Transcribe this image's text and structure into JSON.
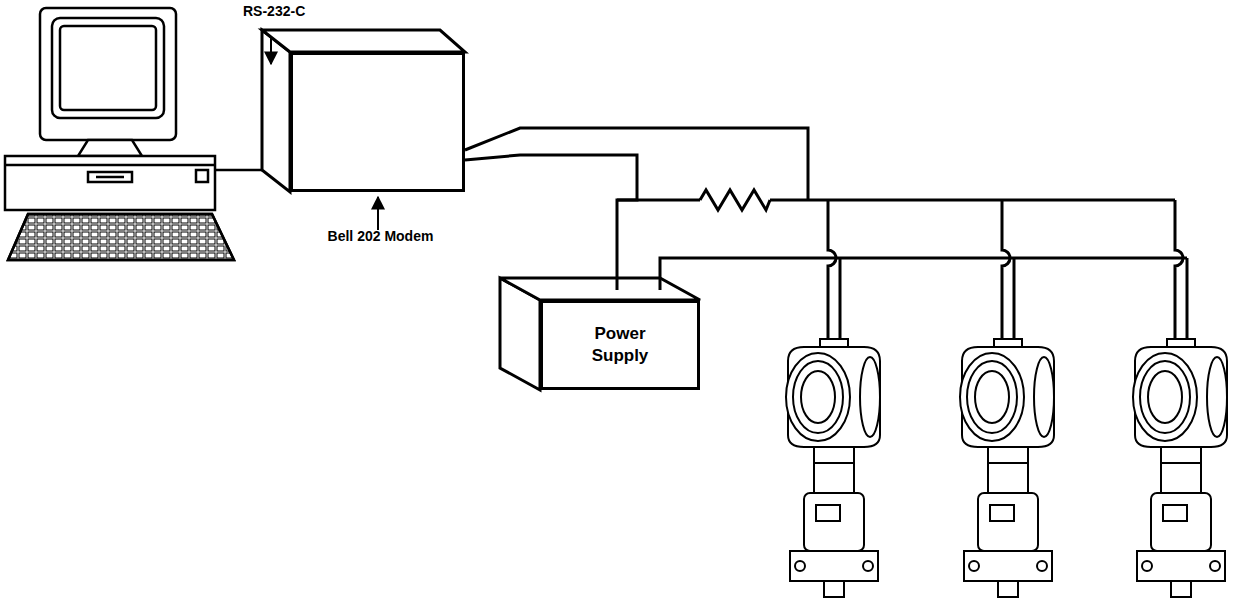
{
  "diagram": {
    "nodes": [
      {
        "text": [
          "Bell 202 Modem"
        ]
      },
      {
        "text": [
          "Power Supply"
        ]
      }
    ],
    "edges": [
      {
        "from": 0,
        "to": 1,
        "arrow": "none"
      }
    ],
    "labels": [
      "RS-232-C"
    ]
  }
}
